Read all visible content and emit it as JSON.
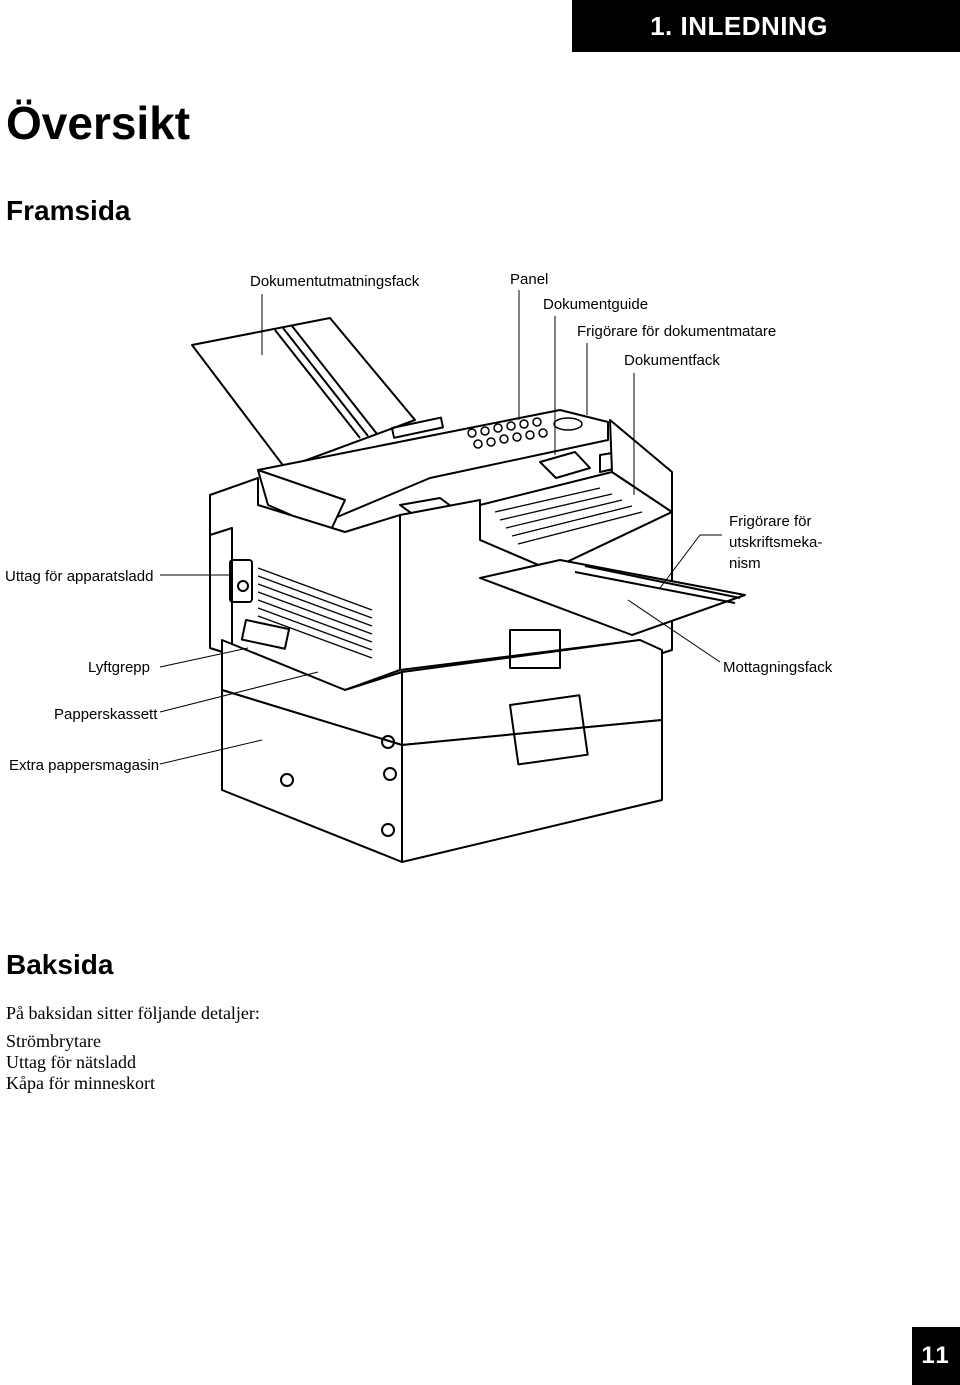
{
  "header": {
    "chapter": "1. INLEDNING"
  },
  "page": {
    "title": "Översikt",
    "number": "11"
  },
  "front": {
    "heading": "Framsida",
    "labels": {
      "document_output_tray": "Dokumentutmatningsfack",
      "panel": "Panel",
      "document_guide": "Dokumentguide",
      "document_feeder_release": "Frigörare för dokumentmatare",
      "document_tray": "Dokumentfack",
      "print_release_line1": "Frigörare för",
      "print_release_line2": "utskriftsmeka-",
      "print_release_line3": "nism",
      "power_cord_socket": "Uttag för apparatsladd",
      "lift_handle": "Lyftgrepp",
      "receiving_tray": "Mottagningsfack",
      "paper_cassette": "Papperskassett",
      "extra_paper_magazine": "Extra pappersmagasin"
    }
  },
  "back": {
    "heading": "Baksida",
    "intro": "På baksidan sitter följande detaljer:",
    "items": [
      "Strömbrytare",
      "Uttag för nätsladd",
      "Kåpa för minneskort"
    ]
  }
}
